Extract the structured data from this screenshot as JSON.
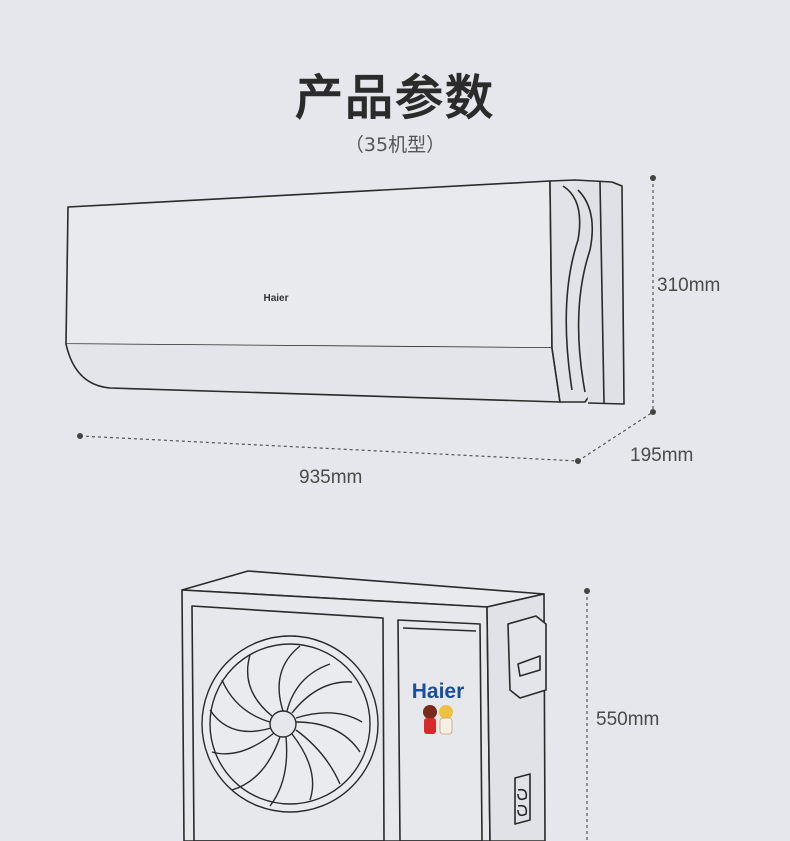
{
  "header": {
    "title": "产品参数",
    "subtitle": "（35机型）"
  },
  "indoor_unit": {
    "brand": "Haier",
    "height_label": "310mm",
    "depth_label": "195mm",
    "width_label": "935mm"
  },
  "outdoor_unit": {
    "brand": "Haier",
    "height_label": "550mm"
  },
  "colors": {
    "background": "#e6e7ec",
    "line": "#2a2a2a",
    "dim_line": "#555555",
    "brand_blue": "#1a4fa0"
  }
}
